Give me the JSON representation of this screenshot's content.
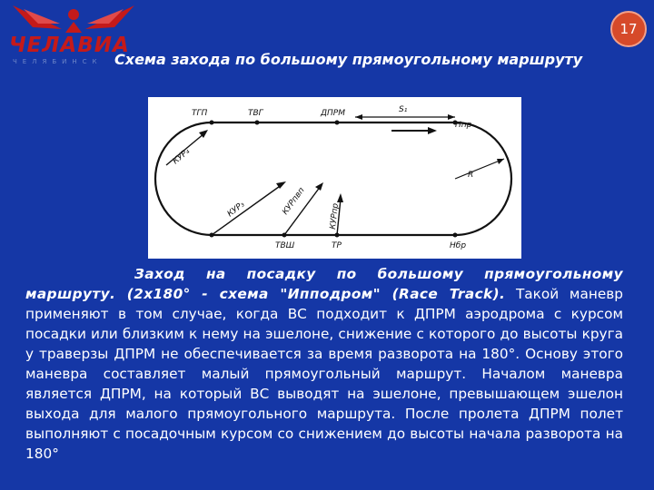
{
  "header": {
    "logo_text": "ЧЕЛАВИА",
    "logo_tagline": "ЧЕЛЯБИНСК",
    "slide_number": "17",
    "title": "Схема захода по большому прямоугольному маршруту"
  },
  "diagram": {
    "labels": {
      "tgp": "ТГП",
      "tvg": "ТВГ",
      "dprm": "ДПРМ",
      "s1": "S₁",
      "hnp": "Нпр",
      "kur4": "КУР₄",
      "r": "R",
      "kur3": "КУР₃",
      "kur_pvp": "КУРпвп",
      "kur_pr": "КУРпр",
      "tvsh": "ТВШ",
      "tr": "ТР",
      "hbr": "Нбр"
    }
  },
  "body": {
    "lead": "Заход на посадку по большому прямоугольному маршруту. (2х180° - схема \"Ипподром\" (Race Track).",
    "text": " Такой маневр применяют в том случае, когда ВС подходит к ДПРМ аэродрома с курсом посадки или близким к нему на эшелоне, снижение с которого до высоты круга у траверзы ДПРМ не обеспечивается за время разворота на 180°. Основу этого маневра составляет малый прямоугольный маршрут. Началом маневра является ДПРМ, на который ВС выводят на эшелоне, превышающем эшелон выхода для малого прямоугольного маршрута. После пролета ДПРМ полет выполняют с посадочным курсом со снижением до высоты начала разворота на 180°"
  }
}
